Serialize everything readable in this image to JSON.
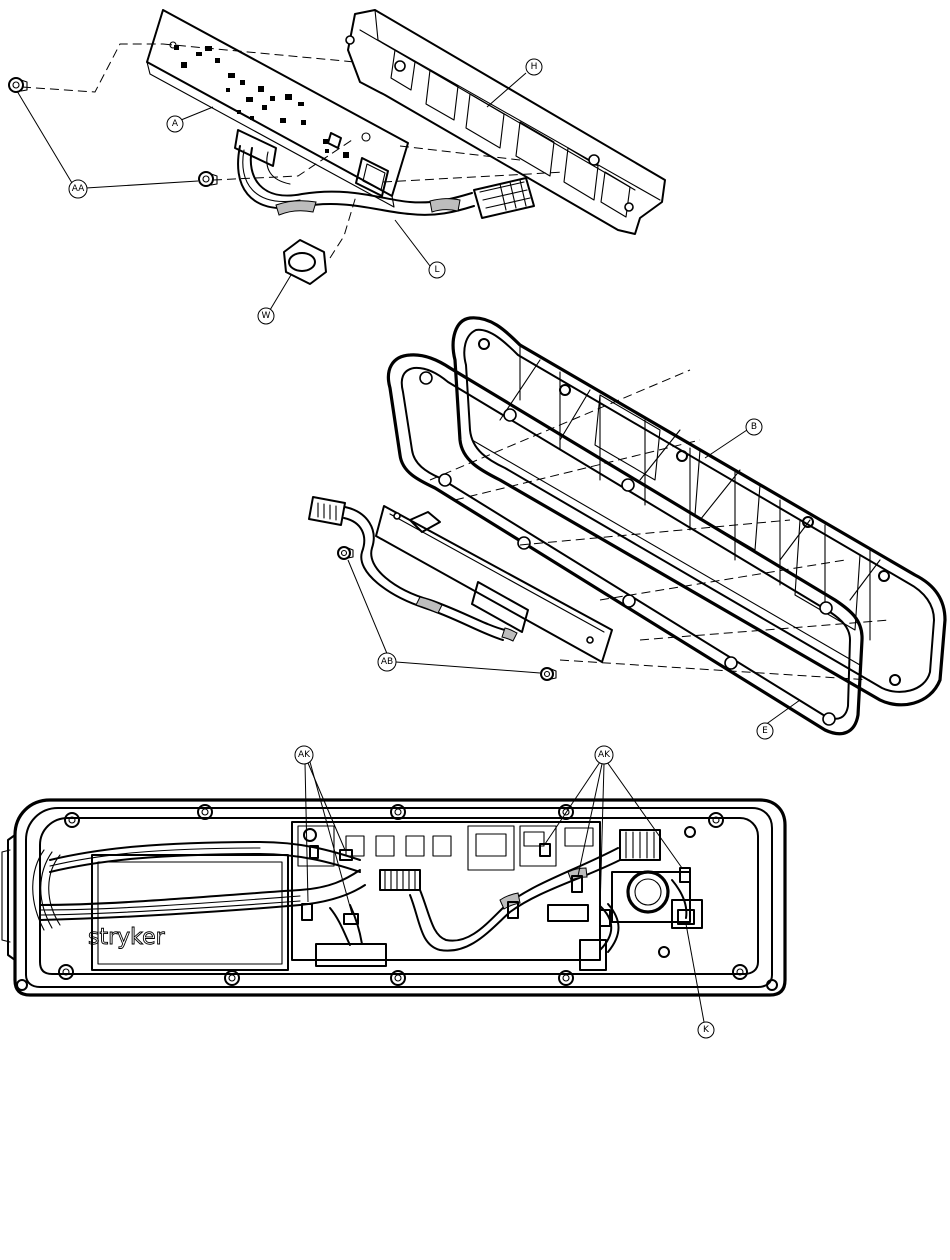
{
  "callouts": {
    "A": "A",
    "AA": "AA",
    "H": "H",
    "L": "L",
    "W": "W",
    "B": "B",
    "AB": "AB",
    "E": "E",
    "AK_left": "AK",
    "AK_right": "AK",
    "K": "K"
  },
  "brand_mark": "stryker"
}
